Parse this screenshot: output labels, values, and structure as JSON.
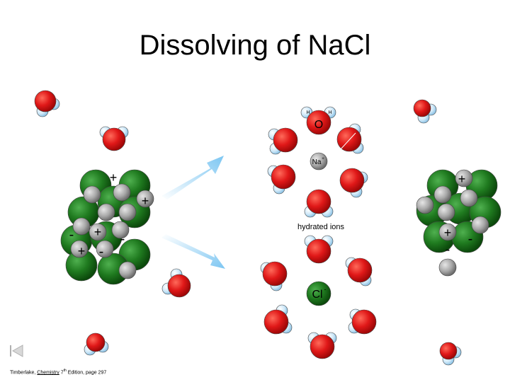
{
  "slide": {
    "title": "Dissolving of NaCl"
  },
  "labels": {
    "oxygen": "O",
    "sodium_ion": "Na",
    "sodium_charge": "+",
    "hydrated_ions": "hydrated ions",
    "chloride_ion": "Cl",
    "chloride_charge": "-",
    "hydrogen": "H",
    "plus": "+",
    "minus": "-"
  },
  "citation": {
    "author": "Timberlake, ",
    "book": "Chemistry",
    "edition": " 7",
    "edition_sup": "th",
    "rest": " Edition, page 297"
  },
  "colors": {
    "oxygen_red": "#e01818",
    "hydrogen_blue": "#cfe8f8",
    "chloride_green": "#1f7a1f",
    "sodium_gray": "#a8a8a8",
    "arrow_blue": "#7cc6f2"
  },
  "icons": {
    "previous": "previous-slide-icon"
  }
}
